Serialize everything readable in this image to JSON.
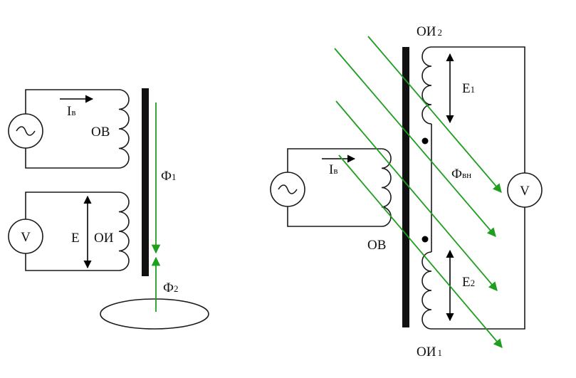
{
  "colors": {
    "wire": "#1a1a1a",
    "flux": "#1f9e1f",
    "core": "#111111"
  },
  "left": {
    "current": {
      "main": "I",
      "sub": "в"
    },
    "excitation_winding": "ОВ",
    "source_icon": "ac-source-icon",
    "voltmeter": "V",
    "emf": "E",
    "measuring_winding": "ОИ",
    "flux_1": {
      "main": "Ф",
      "sub": "1"
    },
    "flux_2": {
      "main": "Ф",
      "sub": "2"
    }
  },
  "right": {
    "measuring_winding_2": {
      "main": "ОИ",
      "sub": "2"
    },
    "measuring_winding_1": {
      "main": "ОИ",
      "sub": "1"
    },
    "emf_1": {
      "main": "E",
      "sub": "1"
    },
    "emf_2": {
      "main": "E",
      "sub": "2"
    },
    "external_flux": {
      "main": "Ф",
      "sub": "вн"
    },
    "voltmeter": "V",
    "current": {
      "main": "I",
      "sub": "в"
    },
    "excitation_winding": "ОВ",
    "source_icon": "ac-source-icon"
  }
}
